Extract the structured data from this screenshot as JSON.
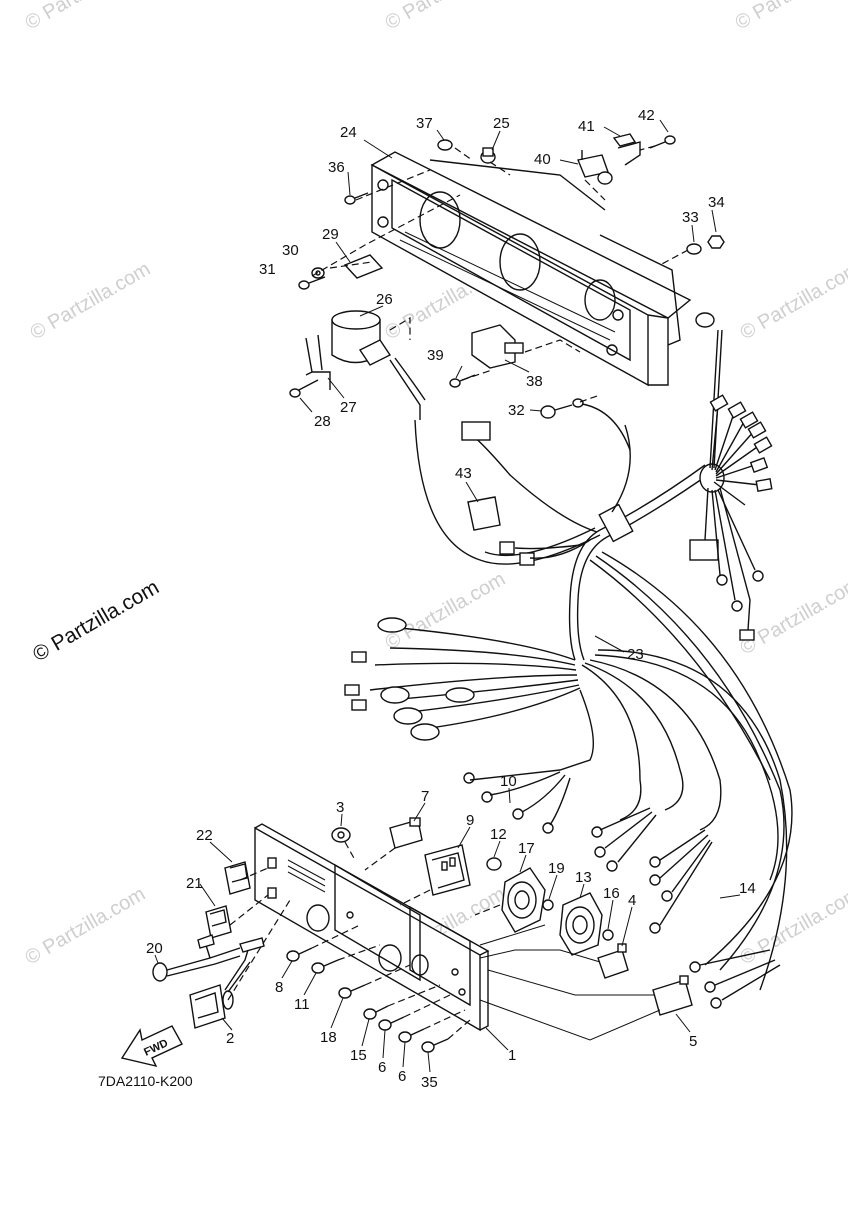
{
  "diagram": {
    "code": "7DA2110-K200",
    "direction_label": "FWD",
    "watermark": "© Partzilla.com",
    "callouts": [
      "1",
      "2",
      "3",
      "4",
      "5",
      "6",
      "6",
      "7",
      "8",
      "9",
      "10",
      "11",
      "12",
      "13",
      "14",
      "15",
      "16",
      "17",
      "18",
      "19",
      "20",
      "21",
      "22",
      "23",
      "24",
      "25",
      "26",
      "27",
      "28",
      "29",
      "30",
      "31",
      "32",
      "33",
      "34",
      "35",
      "36",
      "37",
      "38",
      "39",
      "40",
      "41",
      "42",
      "43"
    ]
  },
  "colors": {
    "ink": "#111111",
    "watermark": "#cfcfcf",
    "background": "#ffffff"
  }
}
